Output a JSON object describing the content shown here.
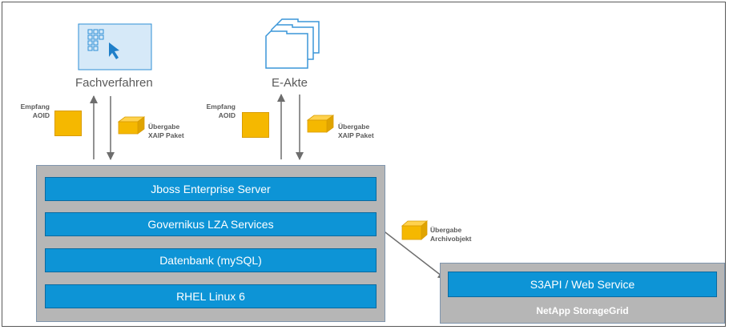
{
  "fachverfahren": {
    "title": "Fachverfahren",
    "empfang_line1": "Empfang",
    "empfang_line2": "AOID",
    "uebergabe_line1": "Übergabe",
    "uebergabe_line2": "XAIP Paket"
  },
  "eakte": {
    "title": "E-Akte",
    "empfang_line1": "Empfang",
    "empfang_line2": "AOID",
    "uebergabe_line1": "Übergabe",
    "uebergabe_line2": "XAIP Paket"
  },
  "server": {
    "layers": [
      "Jboss Enterprise Server",
      "Governikus LZA Services",
      "Datenbank (mySQL)",
      "RHEL Linux 6"
    ]
  },
  "archive_transfer": {
    "line1": "Übergabe",
    "line2": "Archivobjekt"
  },
  "storage": {
    "service": "S3API / Web Service",
    "title": "NetApp StorageGrid"
  },
  "colors": {
    "layer_blue": "#0d94d6",
    "package_yellow": "#f5b800",
    "container_gray": "#b6b6b6",
    "icon_light_blue": "#d6e9f8"
  }
}
